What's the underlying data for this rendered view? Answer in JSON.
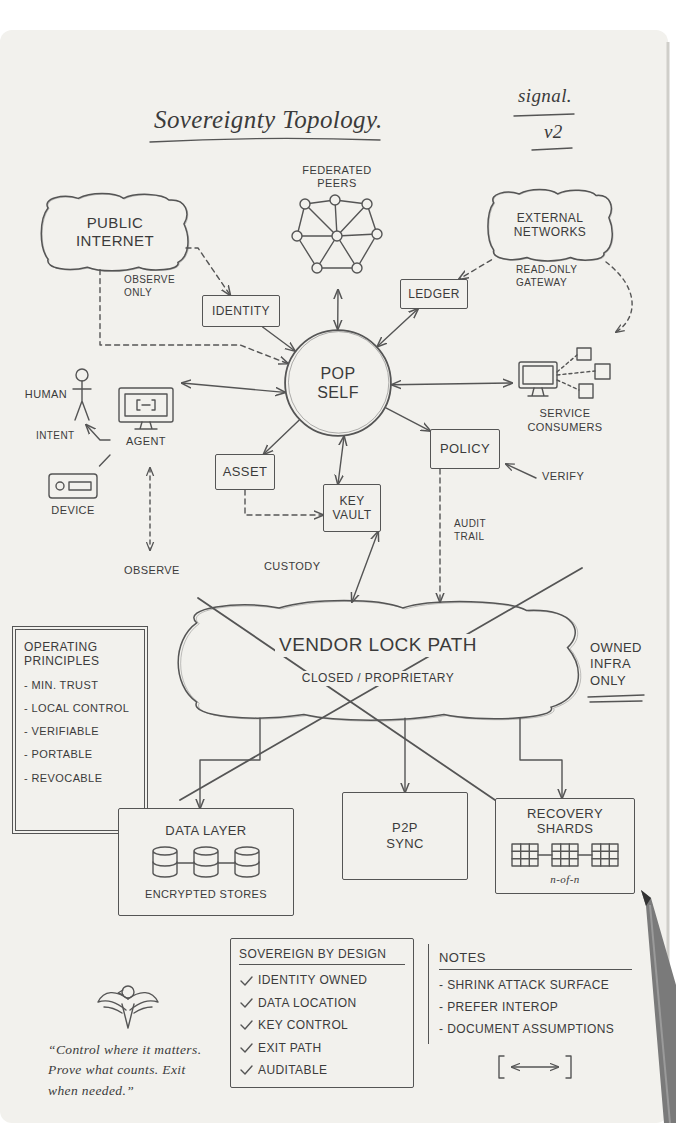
{
  "diagram": {
    "title": "Sovereignty Topology.",
    "nodes": [
      {
        "text": [
          "PUBLIC INTERNET"
        ]
      },
      {
        "text": [
          "FEDERATED PEERS"
        ]
      },
      {
        "text": [
          "EXTERNAL NETWORKS"
        ]
      },
      {
        "text": [
          "IDENTITY"
        ]
      },
      {
        "text": [
          "LEDGER"
        ]
      },
      {
        "text": [
          "POP SELF"
        ]
      },
      {
        "text": [
          "HUMAN"
        ]
      },
      {
        "text": [
          "AGENT"
        ]
      },
      {
        "text": [
          "SERVICE CONSUMERS"
        ]
      },
      {
        "text": [
          "POLICY"
        ]
      },
      {
        "text": [
          "ASSET"
        ]
      },
      {
        "text": [
          "DEVICE"
        ]
      },
      {
        "text": [
          "KEY VAULT"
        ]
      },
      {
        "text": [
          "VENDOR LOCK PATH",
          "CLOSED / PROPRIETARY"
        ]
      },
      {
        "text": [
          "OPERATING PRINCIPLES",
          "- MIN. TRUST",
          "- LOCAL CONTROL",
          "- VERIFIABLE",
          "- PORTABLE",
          "- REVOCABLE"
        ]
      },
      {
        "text": [
          "DATA LAYER",
          "ENCRYPTED STORES"
        ]
      },
      {
        "text": [
          "P2P SYNC"
        ]
      },
      {
        "text": [
          "RECOVERY SHARDS",
          "n-of-n"
        ]
      },
      {
        "text": [
          "SOVEREIGN BY DESIGN",
          "IDENTITY OWNED",
          "DATA LOCATION",
          "KEY CONTROL",
          "EXIT PATH",
          "AUDITABLE"
        ]
      },
      {
        "text": [
          "NOTES",
          "- SHRINK ATTACK SURFACE",
          "- PREFER INTEROP",
          "- DOCUMENT ASSUMPTIONS"
        ]
      }
    ],
    "edges": [
      {
        "from": 0,
        "to": 3,
        "arrow": "to"
      },
      {
        "from": 0,
        "to": 5,
        "arrow": "to"
      },
      {
        "from": 1,
        "to": 5,
        "arrow": "both"
      },
      {
        "from": 3,
        "to": 5,
        "arrow": "to"
      },
      {
        "from": 4,
        "to": 5,
        "arrow": "both"
      },
      {
        "from": 2,
        "to": 4,
        "arrow": "to"
      },
      {
        "from": 5,
        "to": 8,
        "arrow": "both"
      },
      {
        "from": 5,
        "to": 7,
        "arrow": "both"
      },
      {
        "from": 5,
        "to": 9,
        "arrow": "to"
      },
      {
        "from": 5,
        "to": 10,
        "arrow": "to"
      },
      {
        "from": 5,
        "to": 12,
        "arrow": "both"
      },
      {
        "from": 7,
        "to": 6,
        "arrow": "to"
      },
      {
        "from": 11,
        "to": 7,
        "arrow": "none"
      },
      {
        "from": 10,
        "to": 12,
        "arrow": "to"
      },
      {
        "from": 12,
        "to": 13,
        "arrow": "both"
      },
      {
        "from": 9,
        "to": 13,
        "arrow": "to"
      },
      {
        "from": 13,
        "to": 15,
        "arrow": "to"
      },
      {
        "from": 13,
        "to": 16,
        "arrow": "to"
      },
      {
        "from": 13,
        "to": 17,
        "arrow": "to"
      }
    ],
    "labels": [
      "signal.",
      "v2",
      "OBSERVE ONLY",
      "READ-ONLY GATEWAY",
      "INTENT",
      "VERIFY",
      "OBSERVE",
      "CUSTODY",
      "AUDIT TRAIL",
      "OWNED INFRA ONLY",
      "“Control where it matters. Prove what counts. Exit when needed.”"
    ]
  }
}
